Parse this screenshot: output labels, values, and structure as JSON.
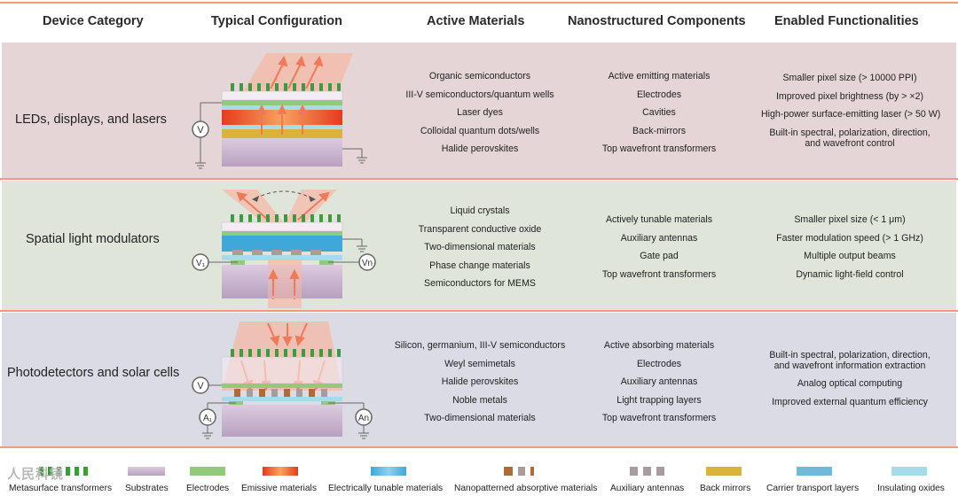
{
  "header": {
    "device_category": "Device Category",
    "typical_configuration": "Typical Configuration",
    "active_materials": "Active Materials",
    "nanostructured_components": "Nanostructured Components",
    "enabled_functionalities": "Enabled Functionalities"
  },
  "rows": [
    {
      "category": "LEDs, displays, and lasers",
      "materials": [
        "Organic semiconductors",
        "III-V semiconductors/quantum wells",
        "Laser dyes",
        "Colloidal quantum dots/wells",
        "Halide perovskites"
      ],
      "components": [
        "Active emitting materials",
        "Electrodes",
        "Cavities",
        "Back-mirrors",
        "Top wavefront transformers"
      ],
      "functionalities": [
        "Smaller pixel size (> 10000 PPI)",
        "Improved pixel brightness (by > ×2)",
        "High-power surface-emitting laser (> 50 W)",
        "Built-in spectral, polarization, direction, and wavefront control"
      ],
      "voltage_labels": [
        "V"
      ]
    },
    {
      "category": "Spatial light modulators",
      "materials": [
        "Liquid crystals",
        "Transparent conductive oxide",
        "Two-dimensional materials",
        "Phase change materials",
        "Semiconductors for MEMS"
      ],
      "components": [
        "Actively tunable materials",
        "Auxiliary antennas",
        "Gate pad",
        "Top wavefront transformers"
      ],
      "functionalities": [
        "Smaller pixel size (< 1 μm)",
        "Faster modulation speed (> 1 GHz)",
        "Multiple output beams",
        "Dynamic light-field control"
      ],
      "voltage_labels": [
        "V₁",
        "Vn"
      ]
    },
    {
      "category": "Photodetectors and solar cells",
      "materials": [
        "Silicon, germanium, III-V semiconductors",
        "Weyl semimetals",
        "Halide perovskites",
        "Noble metals",
        "Two-dimensional materials"
      ],
      "components": [
        "Active absorbing materials",
        "Electrodes",
        "Auxiliary antennas",
        "Light trapping layers",
        "Top wavefront transformers"
      ],
      "functionalities": [
        "Built-in spectral, polarization, direction, and wavefront information extraction",
        "Analog optical computing",
        "Improved external quantum efficiency"
      ],
      "voltage_labels": [
        "V",
        "A₁",
        "An"
      ]
    }
  ],
  "legend": [
    {
      "label": "Metasurface transformers",
      "color": "#3f9a3f"
    },
    {
      "label": "Substrates",
      "color": "#cbb8cf"
    },
    {
      "label": "Electrodes",
      "color": "#92c97c"
    },
    {
      "label": "Emissive materials",
      "color": "#e8441f"
    },
    {
      "label": "Electrically tunable materials",
      "color": "#3fa8d8"
    },
    {
      "label": "Nanopatterned absorptive materials",
      "color": "#b06a3a"
    },
    {
      "label": "Auxiliary antennas",
      "color": "#a99c9c"
    },
    {
      "label": "Back mirrors",
      "color": "#d9b33a"
    },
    {
      "label": "Carrier transport layers",
      "color": "#6fb9d9"
    },
    {
      "label": "Insulating oxides",
      "color": "#a6dcea"
    }
  ],
  "watermark": "人民科镜"
}
